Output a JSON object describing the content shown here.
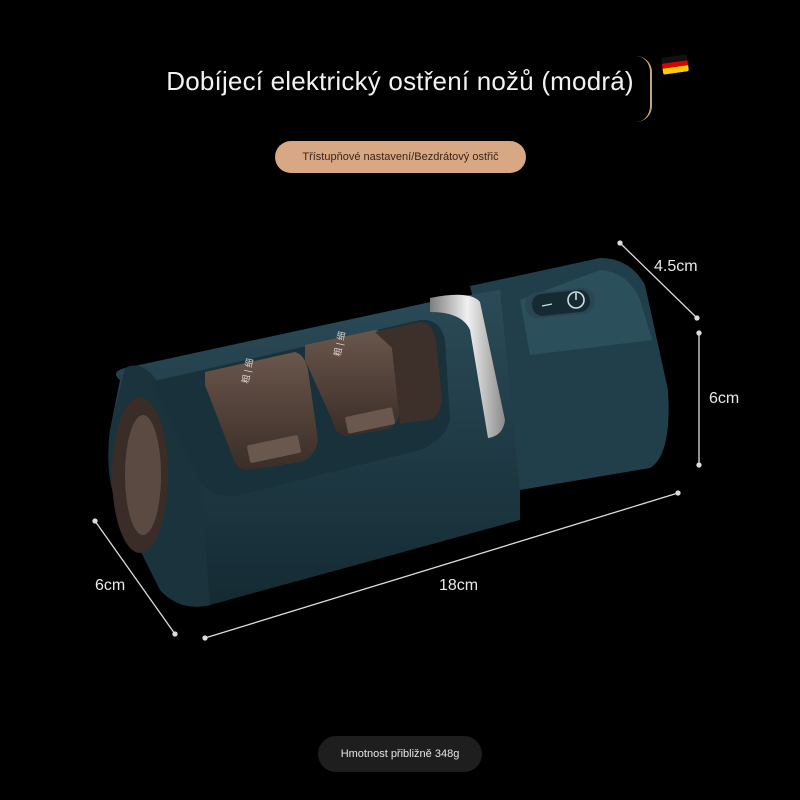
{
  "title": "Dobíjecí elektrický ostření nožů (modrá)",
  "flag_icon": "german-flag-icon",
  "subtitle_badge": "Třístupňové nastavení/Bezdrátový ostřič",
  "dimensions": {
    "depth_top": "4.5cm",
    "height": "6cm",
    "depth_left": "6cm",
    "length": "18cm"
  },
  "slot_labels": {
    "slot1": "粗 | 细",
    "slot2": "粗 | 细"
  },
  "weight_badge": "Hmotnost přibližně 348g",
  "colors": {
    "body": "#1f3a45",
    "accent_badge": "#d8a784",
    "slots": "#4a3a33",
    "background": "#000000"
  }
}
